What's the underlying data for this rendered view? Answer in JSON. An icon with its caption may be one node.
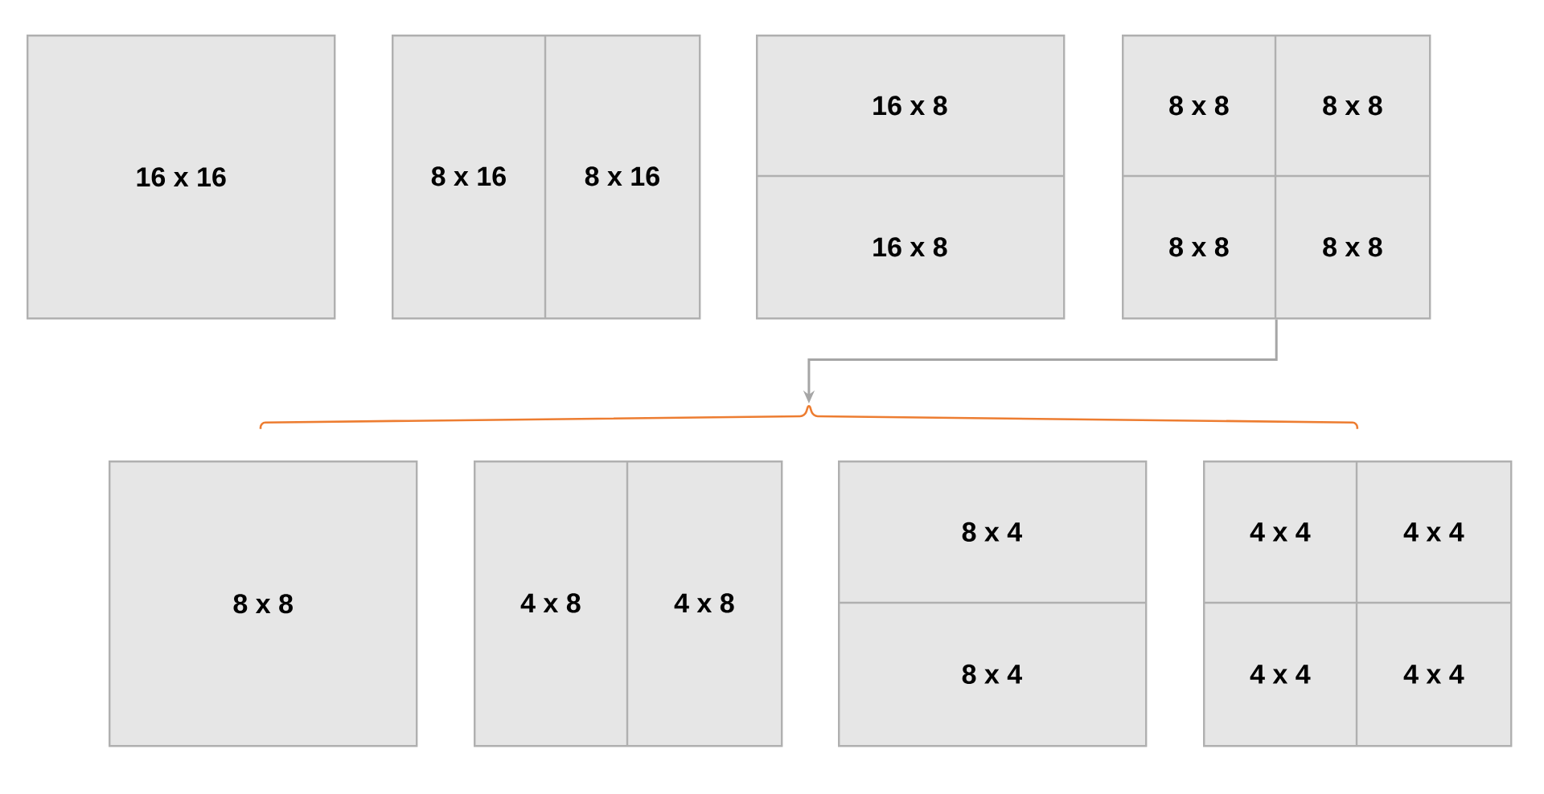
{
  "diagram": {
    "nodes": [
      {
        "text": [
          "16 x 16"
        ]
      },
      {
        "text": [],
        "shape": "box"
      },
      {
        "text": [
          "8 x 16"
        ],
        "in": 1
      },
      {
        "text": [
          "8 x 16"
        ],
        "in": 1
      },
      {
        "text": [],
        "shape": "box"
      },
      {
        "text": [
          "16 x 8"
        ],
        "in": 4
      },
      {
        "text": [
          "16 x 8"
        ],
        "in": 4
      },
      {
        "text": [],
        "shape": "box"
      },
      {
        "text": [
          "8 x 8"
        ],
        "in": 7
      },
      {
        "text": [
          "8 x 8"
        ],
        "in": 7
      },
      {
        "text": [
          "8 x 8"
        ],
        "in": 7
      },
      {
        "text": [
          "8 x 8"
        ],
        "in": 7
      },
      {
        "text": [
          "8 x 8"
        ]
      },
      {
        "text": [],
        "shape": "box"
      },
      {
        "text": [
          "4 x 8"
        ],
        "in": 13
      },
      {
        "text": [
          "4 x 8"
        ],
        "in": 13
      },
      {
        "text": [],
        "shape": "box"
      },
      {
        "text": [
          "8 x 4"
        ],
        "in": 16
      },
      {
        "text": [
          "8 x 4"
        ],
        "in": 16
      },
      {
        "text": [],
        "shape": "box"
      },
      {
        "text": [
          "4 x 4"
        ],
        "in": 19
      },
      {
        "text": [
          "4 x 4"
        ],
        "in": 19
      },
      {
        "text": [
          "4 x 4"
        ],
        "in": 19
      },
      {
        "text": [
          "4 x 4"
        ],
        "in": 19
      },
      {
        "text": [],
        "shape": "bracket"
      }
    ],
    "edges": [
      {
        "from": 7,
        "to": 24,
        "arrow": "to"
      }
    ]
  }
}
